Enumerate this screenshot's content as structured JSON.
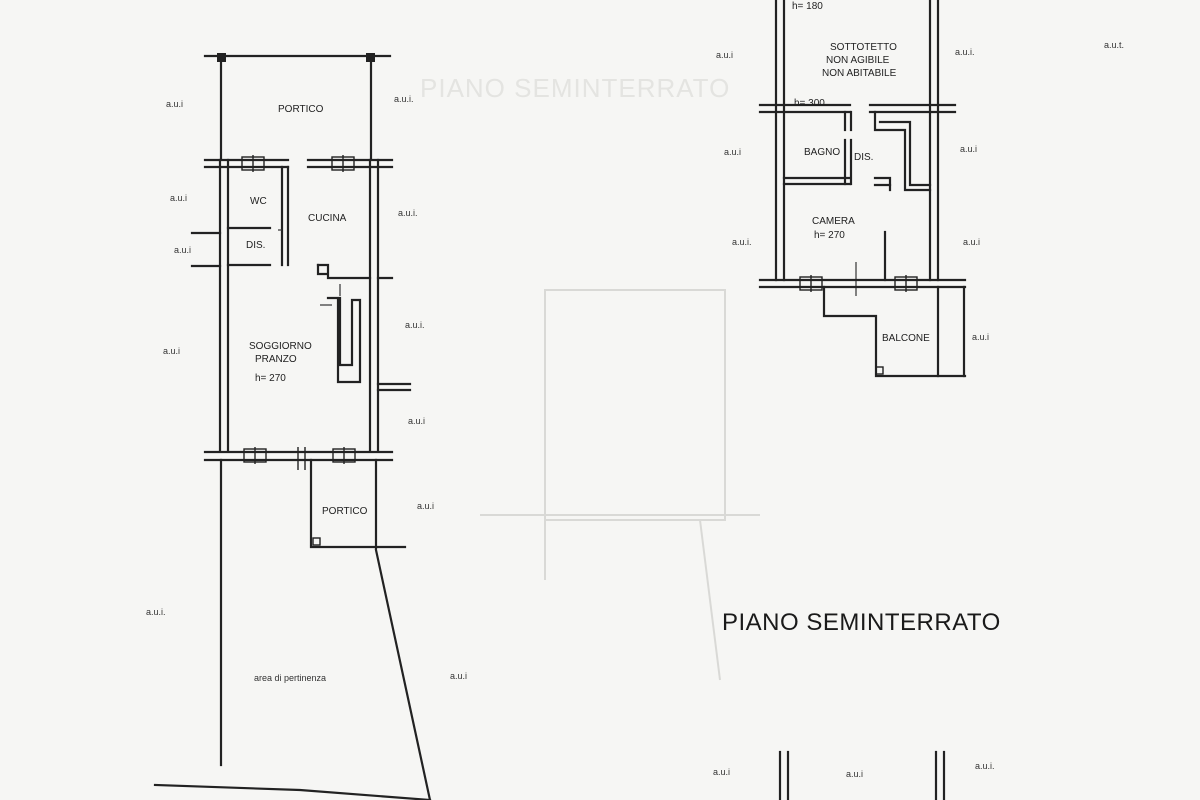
{
  "title": "PIANO SEMINTERRATO",
  "ghost_title": "PIANO SEMINTERRATO",
  "left_plan": {
    "portico_top": "PORTICO",
    "wc": "WC",
    "dis": "DIS.",
    "cucina": "CUCINA",
    "soggiorno_line1": "SOGGIORNO",
    "soggiorno_line2": "PRANZO",
    "soggiorno_height": "h= 270",
    "portico_bottom": "PORTICO",
    "area_pertinenza": "area di pertinenza"
  },
  "right_plan": {
    "top_height": "h= 180",
    "sottotetto_line1": "SOTTOTETTO",
    "sottotetto_line2": "NON AGIBILE",
    "sottotetto_line3": "NON ABITABILE",
    "mid_height": "h= 300",
    "bagno": "BAGNO",
    "dis": "DIS.",
    "camera": "CAMERA",
    "camera_height": "h= 270",
    "balcone": "BALCONE"
  },
  "aui_label": "a.u.i",
  "aui_label_dotted": "a.u.i.",
  "aui_labels": [
    "a.u.i",
    "a.u.i.",
    "a.u.i",
    "a.u.i.",
    "a.u.i",
    "a.u.i",
    "a.u.i.",
    "a.u.i",
    "a.u.i",
    "a.u.i.",
    "a.u.i",
    "a.u.i",
    "a.u.i.",
    "a.u.i",
    "a.u.i",
    "a.u.i.",
    "a.u.i",
    "a.u.i",
    "a.u.i",
    "a.u.i",
    "a.u.i.",
    "a.u.t."
  ]
}
